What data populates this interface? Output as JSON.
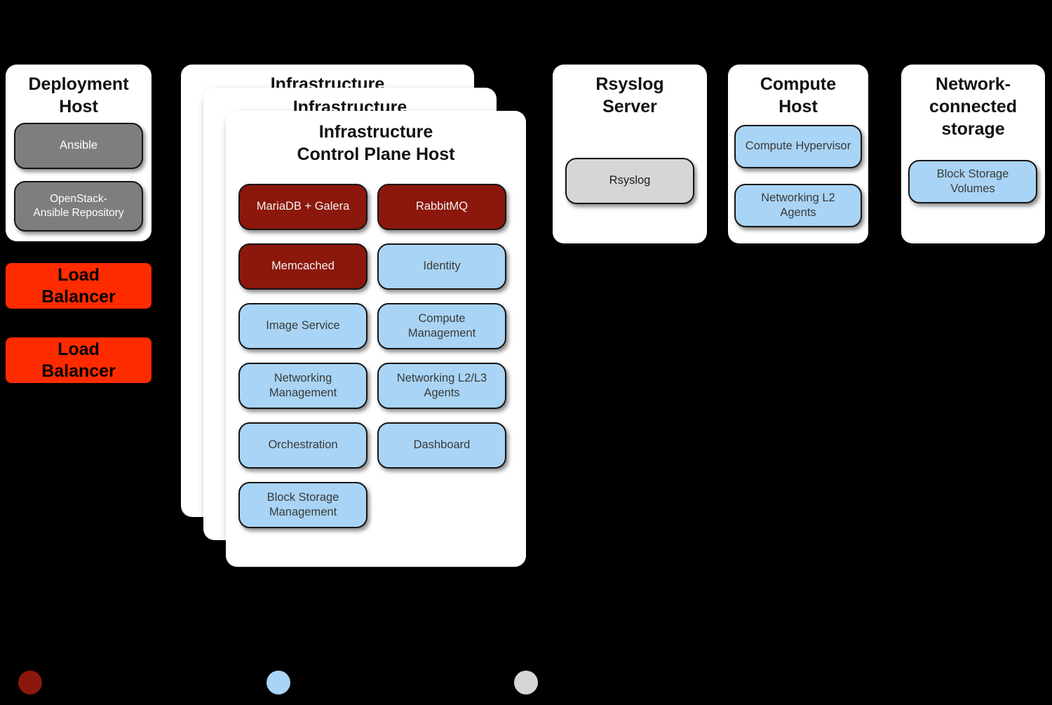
{
  "colors": {
    "background": "#000000",
    "card": "#ffffff",
    "gray_node": "#7e7e7e",
    "dark_red_node": "#8c170c",
    "blue_node": "#a9d4f5",
    "light_gray_node": "#d6d6d6",
    "load_balancer_red": "#ff2b00"
  },
  "deployment_host": {
    "title": "Deployment Host",
    "items": [
      {
        "label": "Ansible",
        "type": "gray"
      },
      {
        "label": "OpenStack-Ansible Repository",
        "type": "gray"
      }
    ]
  },
  "load_balancer_1": {
    "label": "Load Balancer"
  },
  "load_balancer_2": {
    "label": "Load Balancer"
  },
  "infrastructure": {
    "title": "Infrastructure Control Plane Host",
    "stack_count": 3,
    "left_column": [
      {
        "label": "MariaDB + Galera",
        "type": "dark-red"
      },
      {
        "label": "Memcached",
        "type": "dark-red"
      },
      {
        "label": "Image Service",
        "type": "blue"
      },
      {
        "label": "Networking Management",
        "type": "blue"
      },
      {
        "label": "Orchestration",
        "type": "blue"
      },
      {
        "label": "Block Storage Management",
        "type": "blue"
      }
    ],
    "right_column": [
      {
        "label": "RabbitMQ",
        "type": "dark-red"
      },
      {
        "label": "Identity",
        "type": "blue"
      },
      {
        "label": "Compute Management",
        "type": "blue"
      },
      {
        "label": "Networking L2/L3 Agents",
        "type": "blue"
      },
      {
        "label": "Dashboard",
        "type": "blue"
      }
    ]
  },
  "rsyslog_server": {
    "title": "Rsyslog Server",
    "items": [
      {
        "label": "Rsyslog",
        "type": "light-gray"
      }
    ]
  },
  "compute_host": {
    "title": "Compute Host",
    "items": [
      {
        "label": "Compute Hypervisor",
        "type": "blue"
      },
      {
        "label": "Networking L2 Agents",
        "type": "blue"
      }
    ]
  },
  "network_storage": {
    "title": "Network-connected storage",
    "items": [
      {
        "label": "Block Storage Volumes",
        "type": "blue"
      }
    ]
  },
  "legend": {
    "dots": [
      {
        "name": "dark-red",
        "color": "#8c170c"
      },
      {
        "name": "blue",
        "color": "#a9d4f5"
      },
      {
        "name": "gray",
        "color": "#d6d6d6"
      }
    ]
  }
}
